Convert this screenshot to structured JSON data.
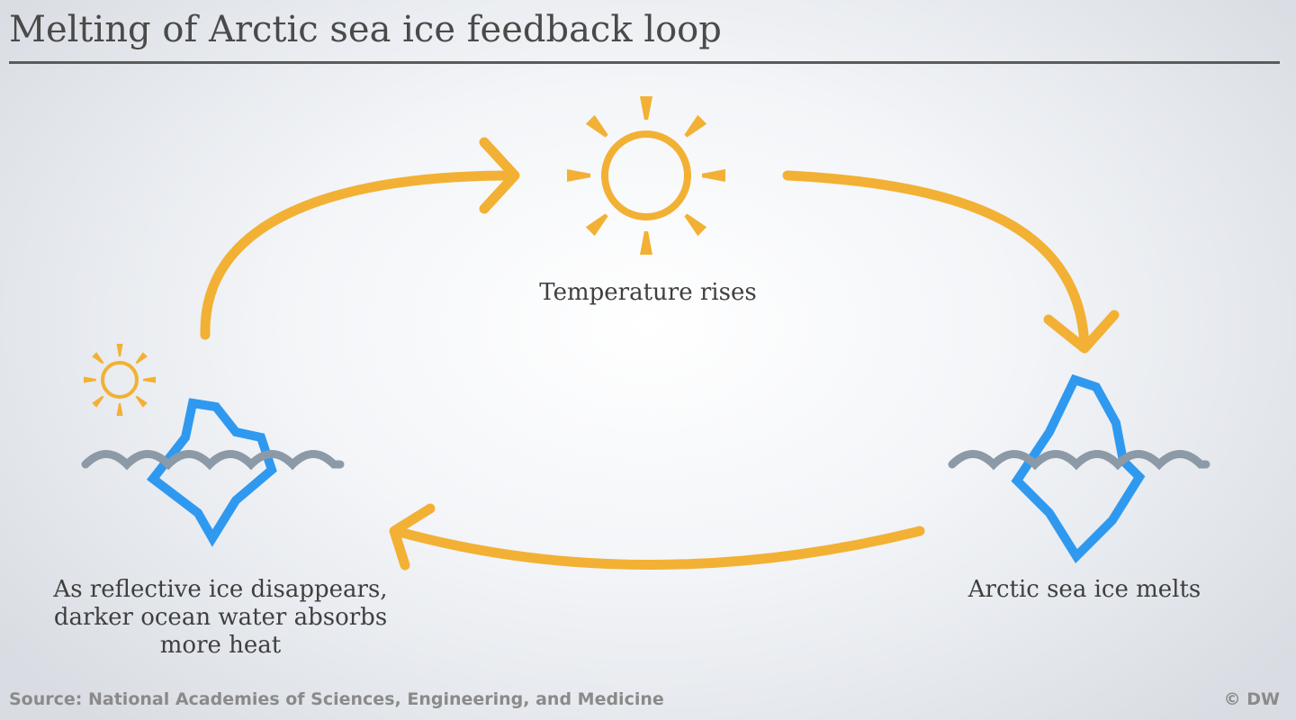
{
  "title": "Melting of Arctic sea ice feedback loop",
  "colors": {
    "arrow": "#f2b134",
    "sun": "#f2b134",
    "ice": "#2f99f0",
    "wave": "#8c99a6",
    "title_rule": "#5b5b5b"
  },
  "icons": {
    "large_sun": "sun-icon",
    "small_sun": "sun-icon",
    "iceberg_left": "iceberg-icon",
    "iceberg_right": "iceberg-icon",
    "waves": "waves-icon"
  },
  "steps": {
    "temperature": "Temperature rises",
    "melts": "Arctic sea ice melts",
    "absorb_lines": [
      "As reflective ice disappears,",
      "darker ocean water absorbs",
      "more heat"
    ]
  },
  "footer": {
    "source": "Source: National Academies of Sciences, Engineering, and Medicine",
    "credit": "© DW"
  }
}
